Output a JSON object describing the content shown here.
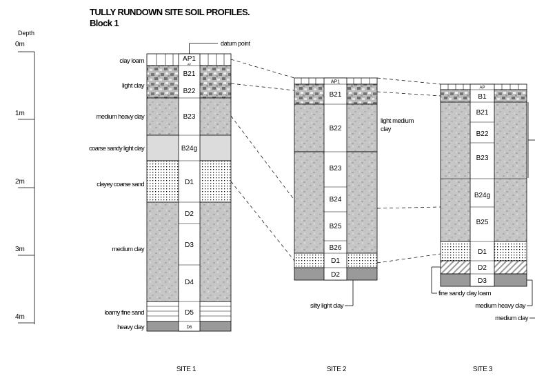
{
  "title": "TULLY RUNDOWN SITE SOIL PROFILES.",
  "subtitle": "Block 1",
  "depth_axis": {
    "label": "Depth",
    "ticks": [
      "0m",
      "1m",
      "2m",
      "3m",
      "4m"
    ]
  },
  "site1": {
    "name": "SITE 1",
    "datum_label": "datum point",
    "horizons": [
      {
        "label": "AP1",
        "sublabel": "AP"
      },
      {
        "label": "B21"
      },
      {
        "label": "B22"
      },
      {
        "label": "B23"
      },
      {
        "label": "B24g"
      },
      {
        "label": "D1"
      },
      {
        "label": "D2"
      },
      {
        "label": "D3"
      },
      {
        "label": "D4"
      },
      {
        "label": "D5"
      },
      {
        "label": "D6"
      }
    ],
    "soil_labels": [
      "clay loam",
      "light clay",
      "medium heavy clay",
      "coarse sandy light clay",
      "clayey coarse sand",
      "medium clay",
      "loamy fine sand",
      "heavy clay"
    ]
  },
  "site2": {
    "name": "SITE 2",
    "horizons": [
      {
        "label": "AP1"
      },
      {
        "label": "B21"
      },
      {
        "label": "B22"
      },
      {
        "label": "B23"
      },
      {
        "label": "B24"
      },
      {
        "label": "B25"
      },
      {
        "label": "B26"
      },
      {
        "label": "D1"
      },
      {
        "label": "D2"
      }
    ],
    "soil_labels": [
      "light medium",
      "clay",
      "silty light clay"
    ]
  },
  "site3": {
    "name": "SITE 3",
    "horizons": [
      {
        "label": "AP"
      },
      {
        "label": "B1"
      },
      {
        "label": "B21"
      },
      {
        "label": "B22"
      },
      {
        "label": "B23"
      },
      {
        "label": "B24g"
      },
      {
        "label": "B25"
      },
      {
        "label": "D1"
      },
      {
        "label": "D2"
      },
      {
        "label": "D3"
      }
    ],
    "soil_labels": [
      "fine sandy clay loam",
      "medium heavy clay",
      "medium clay"
    ]
  }
}
